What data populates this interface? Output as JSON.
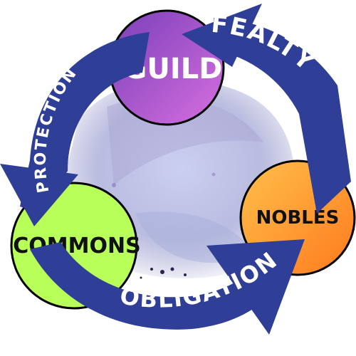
{
  "nodes": {
    "guild": {
      "label": "GUILD",
      "fill_start": "#7a3fb8",
      "fill_end": "#d66fe0",
      "text_color": "#ffffff"
    },
    "nobles": {
      "label": "NOBLES",
      "fill_start": "#ffc04a",
      "fill_end": "#ff7a1e",
      "text_color": "#111111"
    },
    "commons": {
      "label": "COMMONS",
      "fill": "#b8ff5a",
      "text_color": "#111111"
    }
  },
  "flows": {
    "fealty": {
      "label": "FEALTY",
      "from": "NOBLES",
      "to": "GUILD"
    },
    "protection": {
      "label": "PROTECTION",
      "from": "GUILD",
      "to": "COMMONS"
    },
    "obligation": {
      "label": "OBLIGATION",
      "from": "COMMONS",
      "to": "NOBLES"
    }
  },
  "colors": {
    "arrow": "#2f3f97",
    "arrow_text": "#ffffff",
    "outline": "#000000",
    "watercolor": "#b7b8df"
  }
}
